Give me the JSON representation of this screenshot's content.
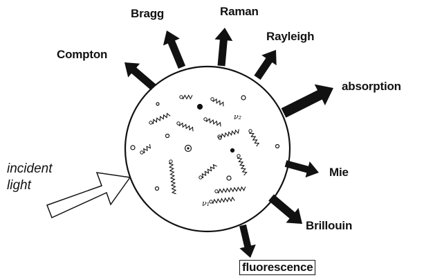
{
  "labels": {
    "bragg": "Bragg",
    "raman": "Raman",
    "rayleigh": "Rayleigh",
    "compton": "Compton",
    "absorption": "absorption",
    "mie": "Mie",
    "brillouin": "Brillouin",
    "fluorescence": "fluorescence",
    "incident_line1": "incident",
    "incident_line2": "light"
  },
  "particle_labels": {
    "nu2": "ν₂",
    "nu1": "ν₁"
  },
  "colors": {
    "ink": "#111111",
    "background": "#ffffff",
    "incident_arrow_fill": "#ffffff"
  }
}
